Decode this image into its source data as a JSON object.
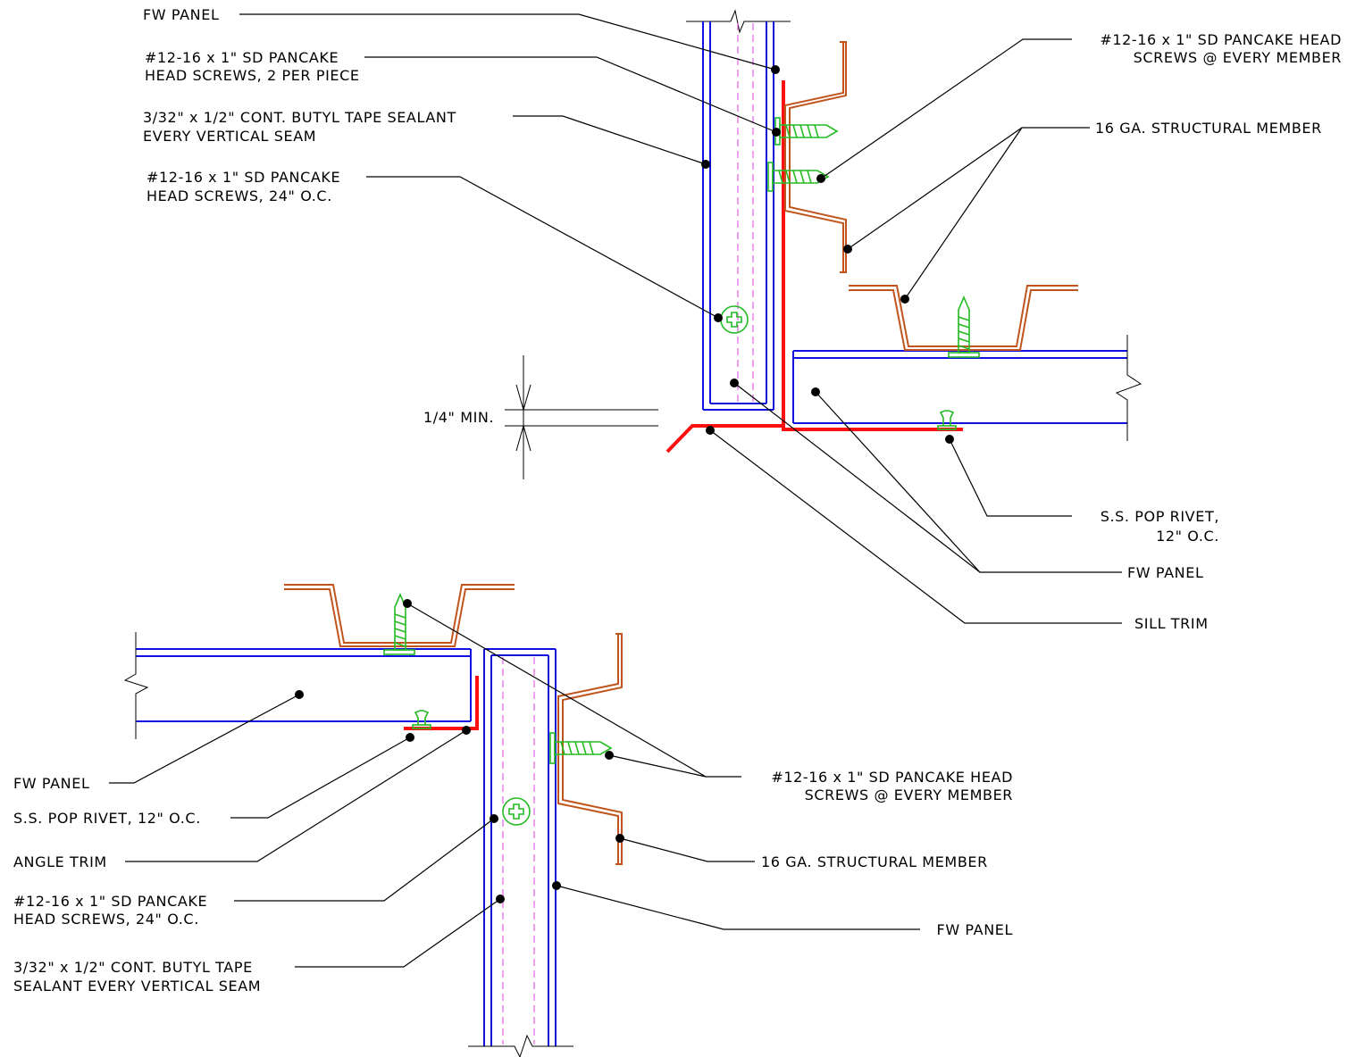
{
  "detail_top": {
    "labels": {
      "fw_panel_top": "FW PANEL",
      "screws_2pp_l1": "#12-16 x 1\" SD PANCAKE",
      "screws_2pp_l2": "HEAD SCREWS, 2 PER PIECE",
      "butyl_l1": "3/32\" x 1/2\" CONT. BUTYL TAPE SEALANT",
      "butyl_l2": "EVERY VERTICAL SEAM",
      "screws_24_l1": "#12-16 x 1\" SD PANCAKE",
      "screws_24_l2": "HEAD SCREWS, 24\" O.C.",
      "screws_member_l1": "#12-16 x 1\" SD PANCAKE HEAD",
      "screws_member_l2": "SCREWS @ EVERY MEMBER",
      "structural_member": "16 GA. STRUCTURAL MEMBER",
      "min_dim": "1/4\" MIN.",
      "pop_rivet_l1": "S.S. POP RIVET,",
      "pop_rivet_l2": "12\" O.C.",
      "fw_panel_right": "FW PANEL",
      "sill_trim": "SILL TRIM"
    }
  },
  "detail_bottom": {
    "labels": {
      "fw_panel_left": "FW PANEL",
      "pop_rivet": "S.S. POP RIVET, 12\" O.C.",
      "angle_trim": "ANGLE TRIM",
      "screws_24_l1": "#12-16 x 1\" SD PANCAKE",
      "screws_24_l2": "HEAD SCREWS, 24\" O.C.",
      "butyl_l1": "3/32\" x 1/2\" CONT. BUTYL TAPE",
      "butyl_l2": "SEALANT EVERY VERTICAL SEAM",
      "screws_member_l1": "#12-16 x 1\" SD PANCAKE HEAD",
      "screws_member_l2": "SCREWS @ EVERY MEMBER",
      "structural_member": "16 GA. STRUCTURAL MEMBER",
      "fw_panel_bottom": "FW PANEL"
    }
  },
  "colors": {
    "panel": "#1010e0",
    "sealant": "#e040e0",
    "trim": "#ff1010",
    "structural": "#c0541c",
    "fastener": "#22bb22"
  }
}
